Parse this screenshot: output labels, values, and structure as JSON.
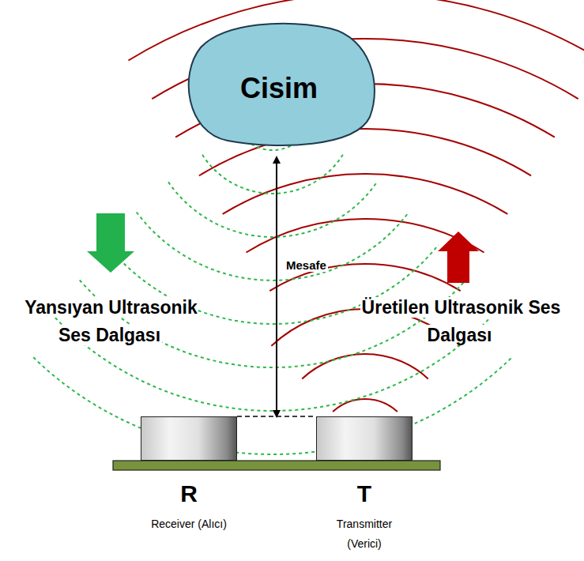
{
  "diagram": {
    "nodes": [
      {
        "text": [
          "Cisim"
        ]
      },
      {
        "text": [
          "R",
          "Receiver (Alıcı)"
        ]
      },
      {
        "text": [
          "T",
          "Transmitter (Verici)"
        ]
      }
    ],
    "labels": [
      "Mesafe",
      "Yansıyan Ultrasonik Ses Dalgası",
      "Üretilen Ultrasonik Ses Dalgası"
    ]
  }
}
